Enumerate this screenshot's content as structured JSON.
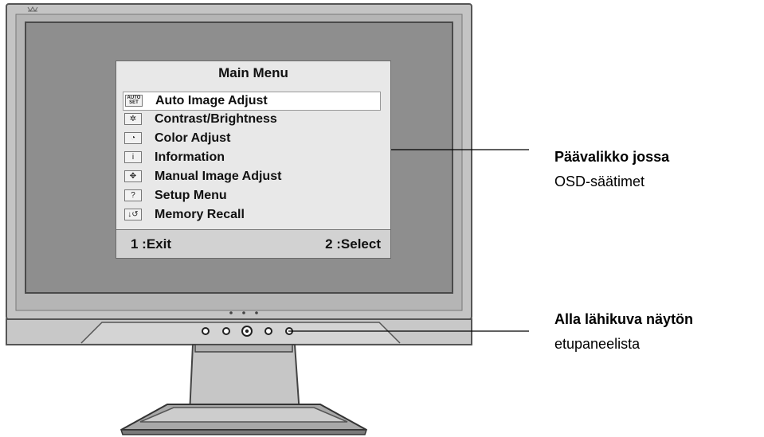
{
  "osd": {
    "title": "Main Menu",
    "items": [
      {
        "label": "Auto Image Adjust",
        "icon": "auto-set-icon",
        "icon_text": "AUTO SET",
        "selected": true
      },
      {
        "label": "Contrast/Brightness",
        "icon": "sun-icon",
        "icon_text": "✲",
        "selected": false
      },
      {
        "label": "Color Adjust",
        "icon": "color-palette-icon",
        "icon_text": "◔",
        "selected": false
      },
      {
        "label": "Information",
        "icon": "info-icon",
        "icon_text": "i",
        "selected": false
      },
      {
        "label": "Manual Image Adjust",
        "icon": "four-arrows-icon",
        "icon_text": "✥",
        "selected": false
      },
      {
        "label": "Setup Menu",
        "icon": "question-icon",
        "icon_text": "?",
        "selected": false
      },
      {
        "label": "Memory Recall",
        "icon": "memory-recall-icon",
        "icon_text": "↓↺",
        "selected": false
      }
    ],
    "footer_exit": "1 :Exit",
    "footer_select": "2 :Select"
  },
  "callouts": [
    {
      "heading": "Päävalikko jossa",
      "text": "OSD-säätimet"
    },
    {
      "heading": "Alla lähikuva näytön",
      "text": "etupaneelista"
    }
  ],
  "colors": {
    "screen": "#8e8e8e",
    "bezel": "#bdbdbd",
    "osd_background": "#e8e8e8",
    "line": "#000000"
  }
}
